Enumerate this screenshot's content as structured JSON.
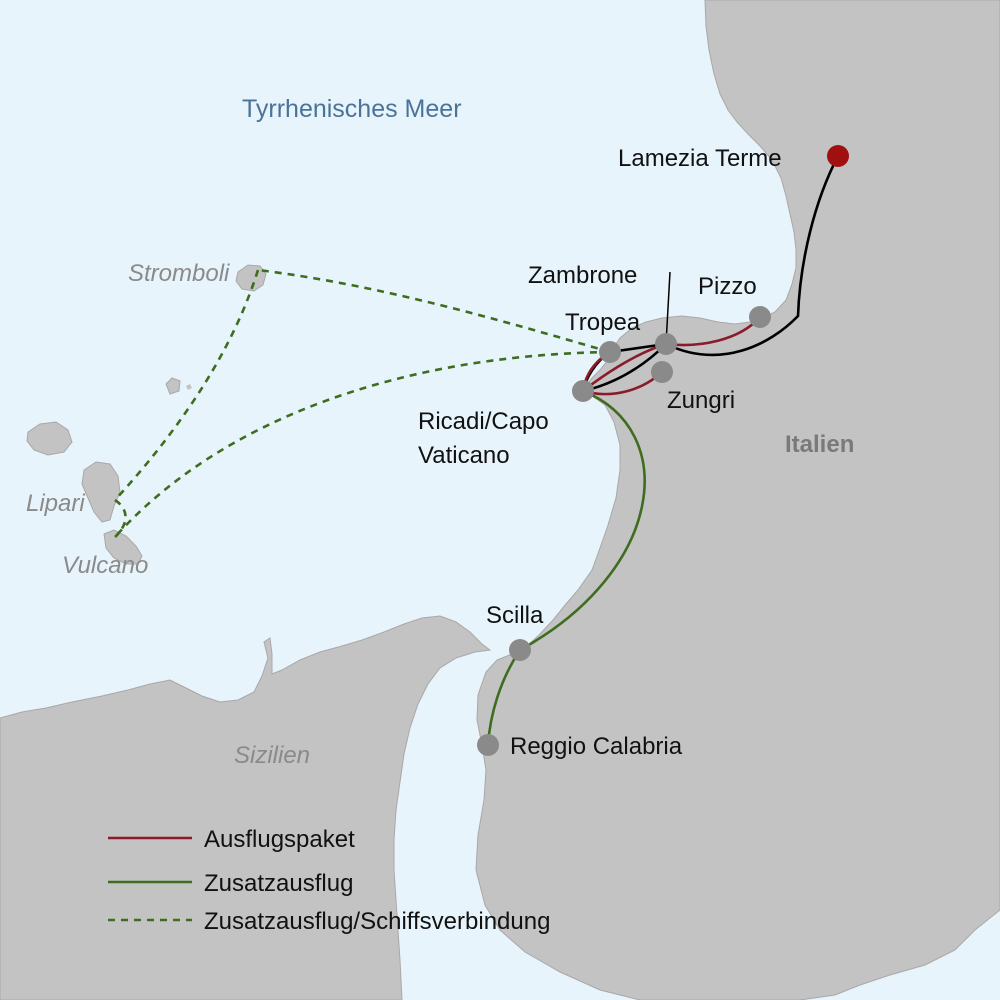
{
  "colors": {
    "water": "#e8f4fb",
    "land": "#c3c3c3",
    "land_stroke": "#a8a8a8",
    "city_marker": "#8a8a8a",
    "start_marker": "#a01010",
    "route_main": "#000000",
    "route_ausflugspaket": "#8b1a2b",
    "route_zusatzausflug": "#3f6d1f",
    "sea_label": "#4a7399",
    "region_label": "#7a7a7a"
  },
  "sea": {
    "name": "Tyrrhenisches Meer"
  },
  "regions": {
    "italien": "Italien",
    "sizilien": "Sizilien"
  },
  "islands": {
    "stromboli": "Stromboli",
    "lipari": "Lipari",
    "vulcano": "Vulcano"
  },
  "cities": {
    "lamezia": "Lamezia Terme",
    "zambrone": "Zambrone",
    "pizzo": "Pizzo",
    "tropea": "Tropea",
    "zungri": "Zungri",
    "ricadi_line1": "Ricadi/Capo",
    "ricadi_line2": "Vaticano",
    "scilla": "Scilla",
    "reggio": "Reggio Calabria"
  },
  "legend": {
    "ausflugspaket": "Ausflugspaket",
    "zusatzausflug": "Zusatzausflug",
    "schiffsverbindung": "Zusatzausflug/Schiffsverbindung"
  },
  "icons": {
    "city": "gray-circle-marker",
    "start": "red-circle-marker"
  }
}
